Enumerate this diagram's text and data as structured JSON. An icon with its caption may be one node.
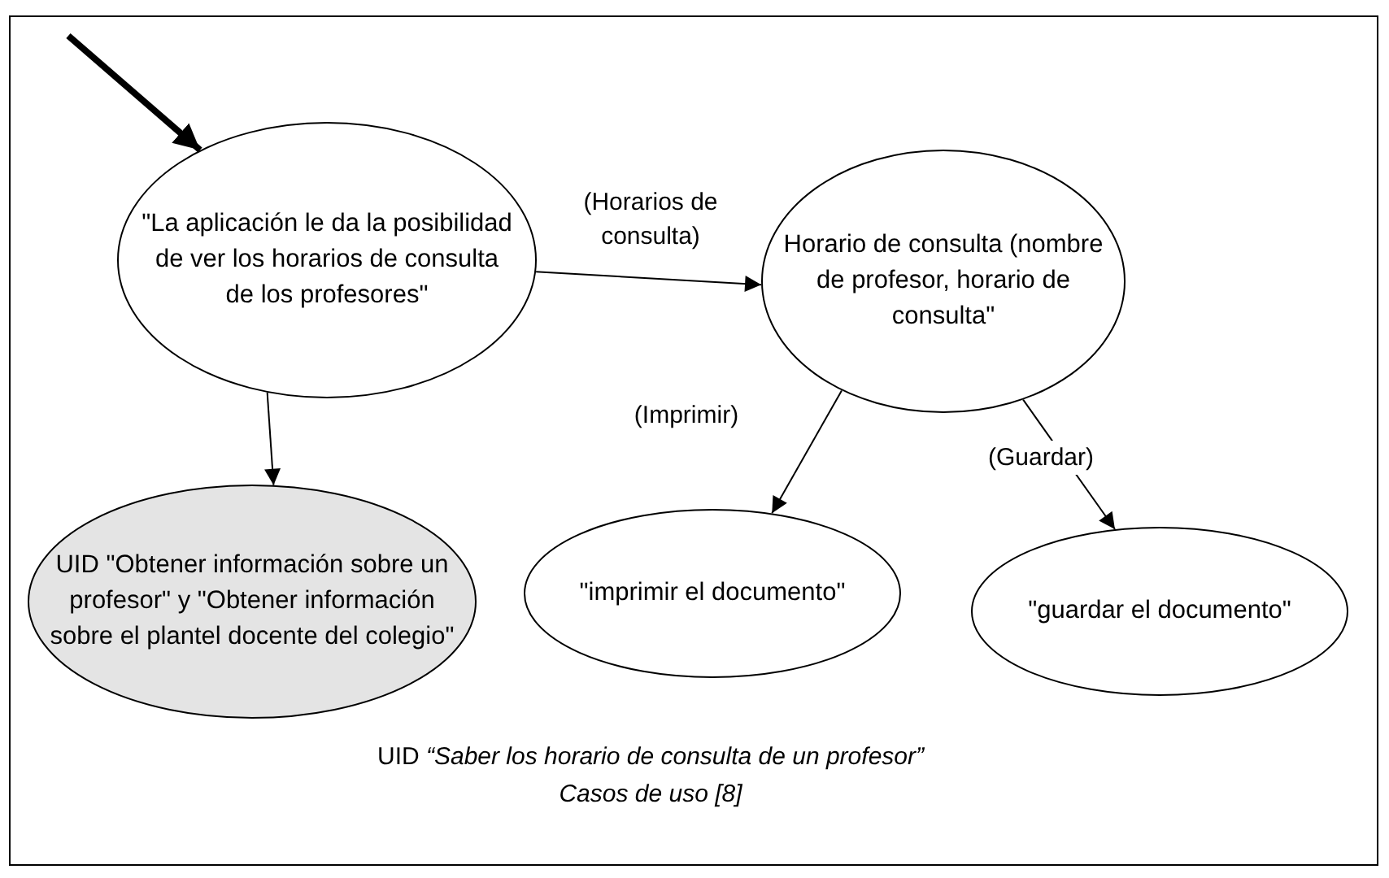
{
  "diagram": {
    "caption": "UID *“Saber los horario de consulta de un profesor”*",
    "nodes": [
      {
        "text": [
          "\"La aplicación le da la posibilidad de ver los horarios de consulta de los profesores\""
        ]
      },
      {
        "text": [
          "Horario de consulta (nombre de profesor, horario de consulta\""
        ]
      },
      {
        "text": [
          "UID \"Obtener información sobre un profesor\" y \"Obtener información sobre el plantel docente del colegio\""
        ]
      },
      {
        "text": [
          "\"imprimir el documento\""
        ]
      },
      {
        "text": [
          "\"guardar el documento\""
        ]
      }
    ],
    "edges": [
      {
        "from": null,
        "to": 0,
        "arrow": "to",
        "style": "thick"
      },
      {
        "from": 0,
        "to": 1,
        "arrow": "to",
        "label": "(Horarios de consulta)"
      },
      {
        "from": 0,
        "to": 2,
        "arrow": "to"
      },
      {
        "from": 1,
        "to": 3,
        "arrow": "to",
        "label": "(Imprimir)"
      },
      {
        "from": 1,
        "to": 4,
        "arrow": "to",
        "label": "(Guardar)"
      }
    ],
    "labels": [
      "Casos de uso [8]"
    ]
  }
}
